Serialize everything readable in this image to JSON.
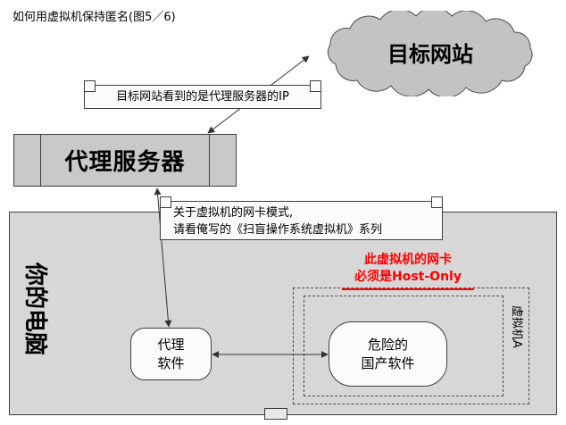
{
  "title": "如何用虚拟机保持匿名(图5／6)",
  "cloud": {
    "label": "目标网站"
  },
  "notes": {
    "proxy_ip": "目标网站看到的是代理服务器的IP",
    "nic_mode_line1": "关于虚拟机的网卡模式,",
    "nic_mode_line2": "请看俺写的《扫盲操作系统虚拟机》系列"
  },
  "proxy_server": {
    "label": "代理服务器"
  },
  "computer": {
    "label": "你的电脑"
  },
  "proxy_software": {
    "line1": "代理",
    "line2": "软件"
  },
  "dangerous_software": {
    "line1": "危险的",
    "line2": "国产软件"
  },
  "vm": {
    "label": "虚拟机A"
  },
  "warning": {
    "line1": "此虚拟机的网卡",
    "line2": "必须是Host-Only",
    "color": "#ff0000"
  },
  "colors": {
    "cloud_fill": "#c3c3c3",
    "proxy_box_fill": "#c9c9c9",
    "computer_fill": "#d7d7d7",
    "node_fill": "#fbfbfb",
    "stroke": "#3f3f3f",
    "warning_red": "#ff0000"
  }
}
